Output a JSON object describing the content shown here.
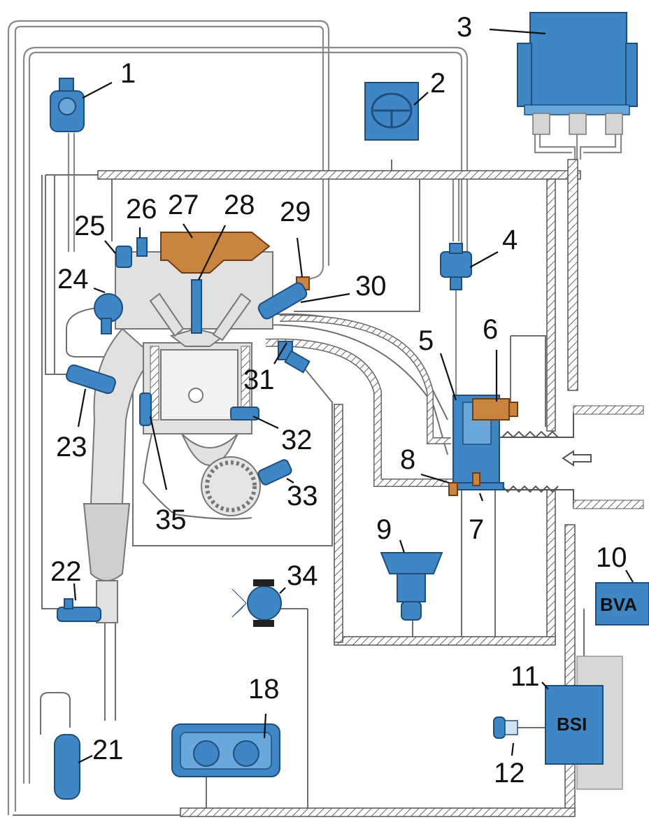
{
  "labels": {
    "l1": "1",
    "l2": "2",
    "l3": "3",
    "l4": "4",
    "l5": "5",
    "l6": "6",
    "l7": "7",
    "l8": "8",
    "l9": "9",
    "l10": "10",
    "l11": "11",
    "l12": "12",
    "l18": "18",
    "l21": "21",
    "l22": "22",
    "l23": "23",
    "l24": "24",
    "l25": "25",
    "l26": "26",
    "l27": "27",
    "l28": "28",
    "l29": "29",
    "l30": "30",
    "l31": "31",
    "l32": "32",
    "l33": "33",
    "l34": "34",
    "l35": "35"
  },
  "boxes": {
    "bva": "BVA",
    "bsi": "BSI"
  },
  "colors": {
    "component_blue": "#3f86c4",
    "component_orange": "#c9843f",
    "engine_grey": "#e1e1e1"
  }
}
